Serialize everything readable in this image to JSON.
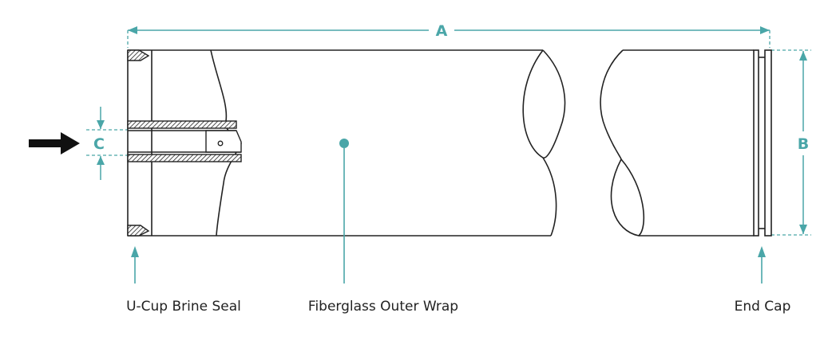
{
  "dimensions": {
    "a": "A",
    "b": "B",
    "c": "C"
  },
  "labels": {
    "seal": "U-Cup Brine Seal",
    "wrap": "Fiberglass Outer Wrap",
    "cap": "End Cap"
  },
  "colors": {
    "accent": "#4aa6a8",
    "line": "#222222",
    "arrow": "#111111"
  }
}
